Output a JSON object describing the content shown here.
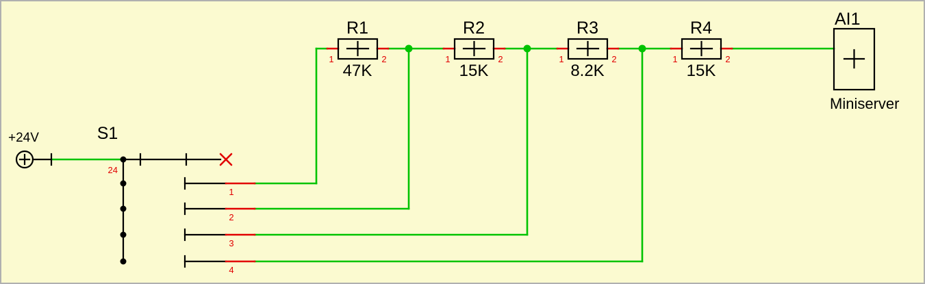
{
  "palette": {
    "background": "#FBFAD0",
    "wire_green": "#00c300",
    "pin_red": "#e10000",
    "ink_black": "#000000",
    "border_gray": "#b0b0b0"
  },
  "source": {
    "label": "+24V",
    "pin_label": "24"
  },
  "switch": {
    "ref": "S1",
    "positions": [
      {
        "pin": "1"
      },
      {
        "pin": "2"
      },
      {
        "pin": "3"
      },
      {
        "pin": "4"
      }
    ]
  },
  "resistors": [
    {
      "ref": "R1",
      "value": "47K",
      "pin_left": "1",
      "pin_right": "2"
    },
    {
      "ref": "R2",
      "value": "15K",
      "pin_left": "1",
      "pin_right": "2"
    },
    {
      "ref": "R3",
      "value": "8.2K",
      "pin_left": "1",
      "pin_right": "2"
    },
    {
      "ref": "R4",
      "value": "15K",
      "pin_left": "1",
      "pin_right": "2"
    }
  ],
  "analog_input": {
    "ref": "AI1",
    "caption": "Miniserver"
  }
}
